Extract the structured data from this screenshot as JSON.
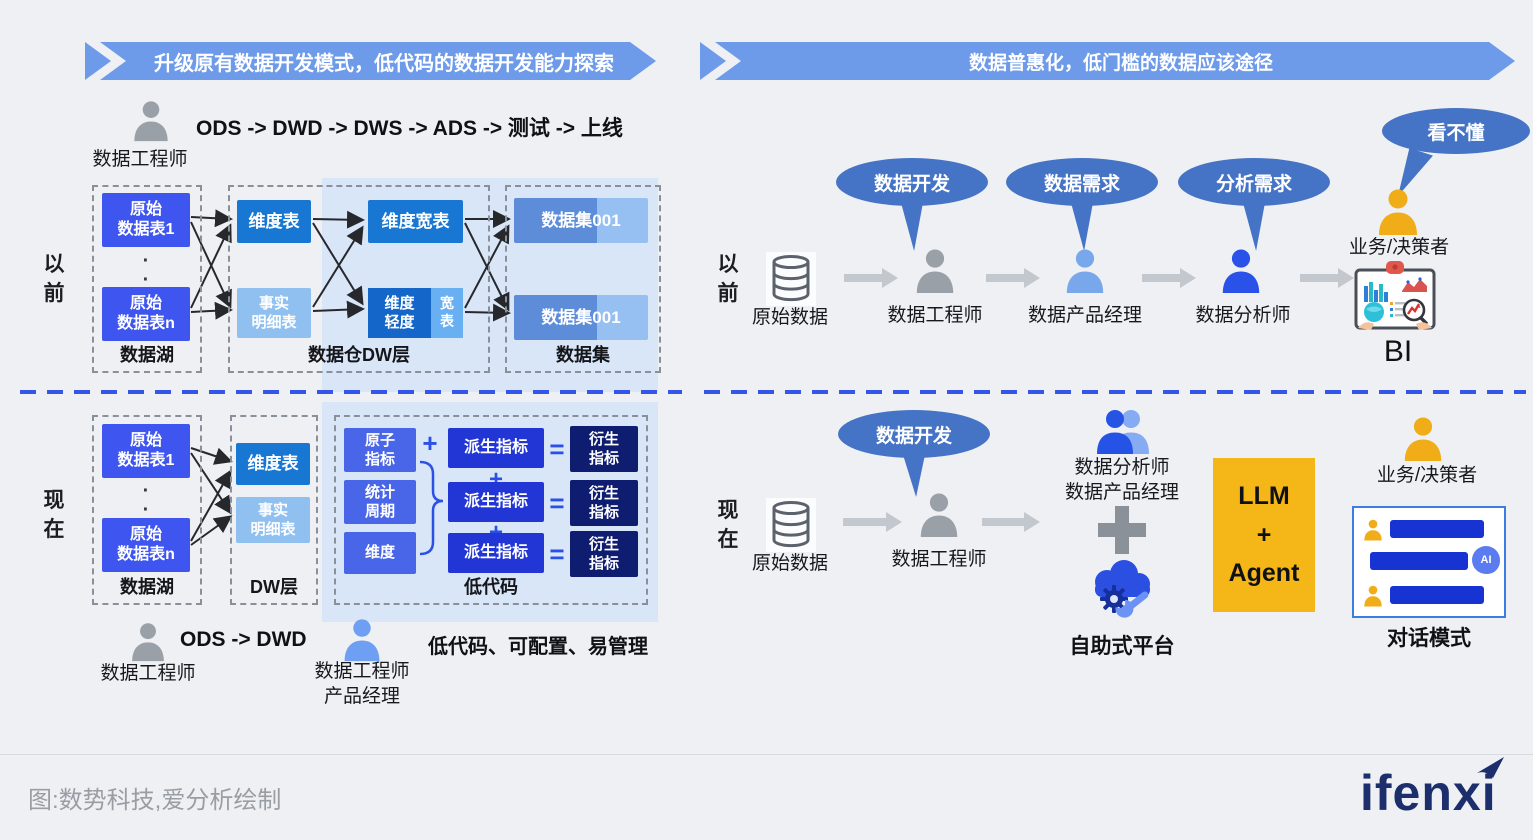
{
  "left": {
    "banner": "升级原有数据开发模式，低代码的数据开发能力探索",
    "before": {
      "label": "以\n前",
      "person": "数据工程师",
      "flow": "ODS -> DWD -> DWS -> ADS -> 测试 -> 上线",
      "lake": {
        "label": "数据湖",
        "t1": "原始\n数据表1",
        "dots": "·\n·",
        "tn": "原始\n数据表n"
      },
      "dw": {
        "label": "数据仓DW层",
        "dim": "维度表",
        "fact": "事实\n明细表",
        "dimwide": "维度宽表",
        "dimlight": "维度\n轻度",
        "wide": "宽\n表"
      },
      "ds": {
        "label": "数据集",
        "d1": "数据集001",
        "d2": "数据集001"
      }
    },
    "now": {
      "label": "现\n在",
      "lake": {
        "label": "数据湖",
        "t1": "原始\n数据表1",
        "dots": "·\n·",
        "tn": "原始\n数据表n"
      },
      "dw": {
        "label": "DW层",
        "dim": "维度表",
        "fact": "事实\n明细表"
      },
      "lowcode": {
        "label": "低代码",
        "atoms": [
          "原子\n指标",
          "统计\n周期",
          "维度"
        ],
        "derived": [
          "派生指标",
          "派生指标",
          "派生指标"
        ],
        "results": [
          "衍生\n指标",
          "衍生\n指标",
          "衍生\n指标"
        ],
        "plus": "+",
        "equals": "="
      },
      "engineer": {
        "person": "数据工程师",
        "flow": "ODS -> DWD"
      },
      "builder": {
        "person": "数据工程师\n产品经理",
        "note": "低代码、可配置、易管理"
      }
    }
  },
  "right": {
    "banner": "数据普惠化，低门槛的数据应该途径",
    "before": {
      "label": "以\n前",
      "source": "原始数据",
      "steps": [
        {
          "bubble": "数据开发",
          "role": "数据工程师"
        },
        {
          "bubble": "数据需求",
          "role": "数据产品经理"
        },
        {
          "bubble": "分析需求",
          "role": "数据分析师"
        }
      ],
      "consumer": {
        "bubble": "看不懂",
        "role": "业务/决策者",
        "tool": "BI"
      }
    },
    "now": {
      "label": "现\n在",
      "source": "原始数据",
      "engineer": {
        "bubble": "数据开发",
        "role": "数据工程师"
      },
      "platform": {
        "roles": "数据分析师\n数据产品经理",
        "name": "自助式平台"
      },
      "llm": "LLM\n+\nAgent",
      "consumer": {
        "role": "业务/决策者",
        "mode": "对话模式",
        "ai": "AI"
      }
    }
  },
  "footer": {
    "caption": "图:数势科技,爱分析绘制",
    "logo": "ifenxi"
  },
  "colors": {
    "banner_blue": "#6d9ae9",
    "bubble_blue": "#4573c5",
    "light_blue_bg": "#d9e6f8",
    "table_indigo": "#3e55ef",
    "dim_blue": "#1777d2",
    "fact_light": "#8fc0ef",
    "derived_blue": "#2236d6",
    "result_navy": "#0f1d70",
    "accent_blue": "#2a50e8",
    "yellow": "#f5b717",
    "person_gray": "#9aa0a8",
    "person_blue": "#2a52e8",
    "person_lightblue": "#79a7ec",
    "logo_navy": "#1c2e6b"
  }
}
